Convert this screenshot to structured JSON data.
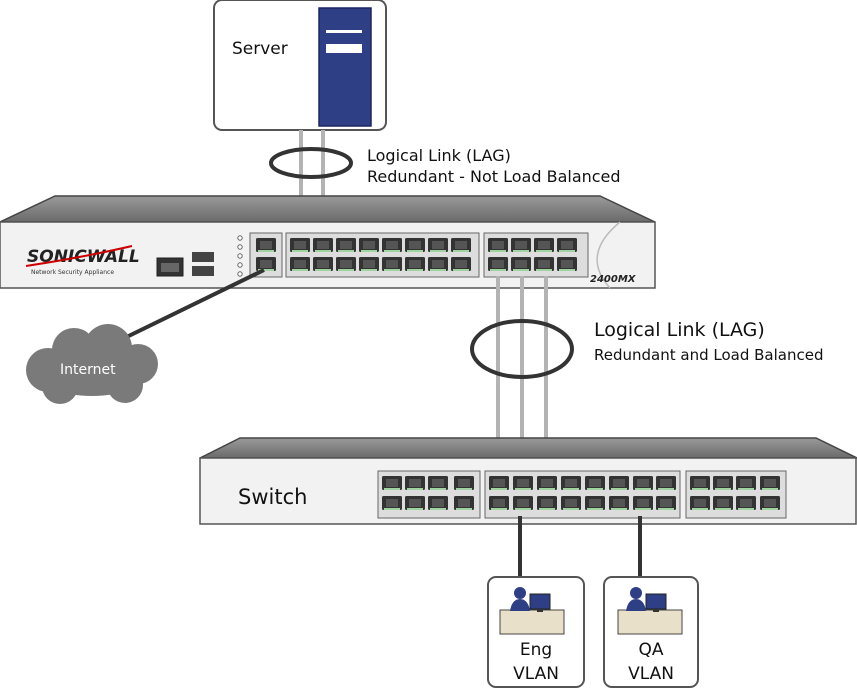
{
  "server": {
    "label": "Server"
  },
  "lag_top": {
    "title": "Logical Link (LAG)",
    "subtitle": "Redundant - Not Load Balanced"
  },
  "appliance": {
    "brand": "SONICWALL",
    "tagline": "Network Security Appliance",
    "model": "2400MX"
  },
  "internet": {
    "label": "Internet"
  },
  "lag_bottom": {
    "title": "Logical Link (LAG)",
    "subtitle": "Redundant and Load Balanced"
  },
  "switch": {
    "label": "Switch"
  },
  "vlans": [
    {
      "line1": "Eng",
      "line2": "VLAN"
    },
    {
      "line1": "QA",
      "line2": "VLAN"
    }
  ],
  "colors": {
    "server_blue": "#2f3f86",
    "cloud_gray": "#7a7a7a",
    "cable_gray": "#b3b3b3",
    "link_dark": "#333333"
  }
}
